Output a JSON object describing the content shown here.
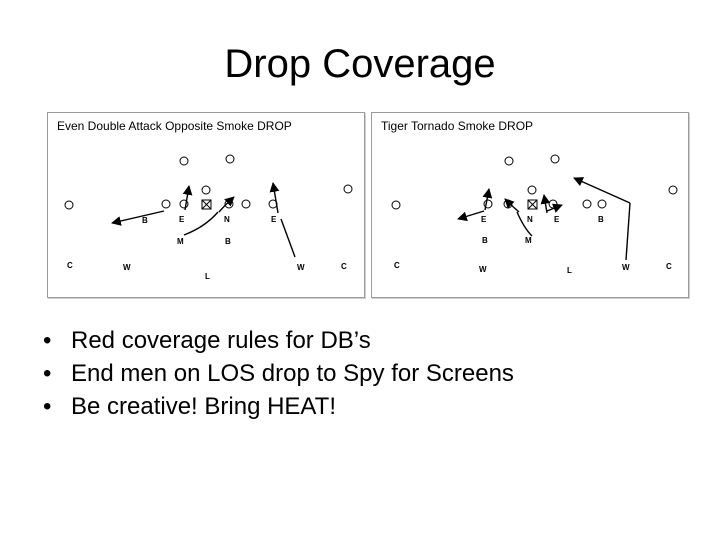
{
  "title": "Drop Coverage",
  "diagrams": [
    {
      "title": "Even Double Attack Opposite Smoke DROP",
      "labels": [
        "B",
        "E",
        "N",
        "E",
        "M",
        "B",
        "C",
        "W",
        "L",
        "W",
        "C"
      ]
    },
    {
      "title": "Tiger Tornado Smoke DROP",
      "labels": [
        "E",
        "N",
        "E",
        "B",
        "B",
        "M",
        "C",
        "W",
        "L",
        "W",
        "C"
      ]
    }
  ],
  "bullets": [
    "Red coverage rules for DB’s",
    "End men on LOS drop to Spy for Screens",
    "Be creative! Bring HEAT!"
  ],
  "bullet_symbol": "•"
}
